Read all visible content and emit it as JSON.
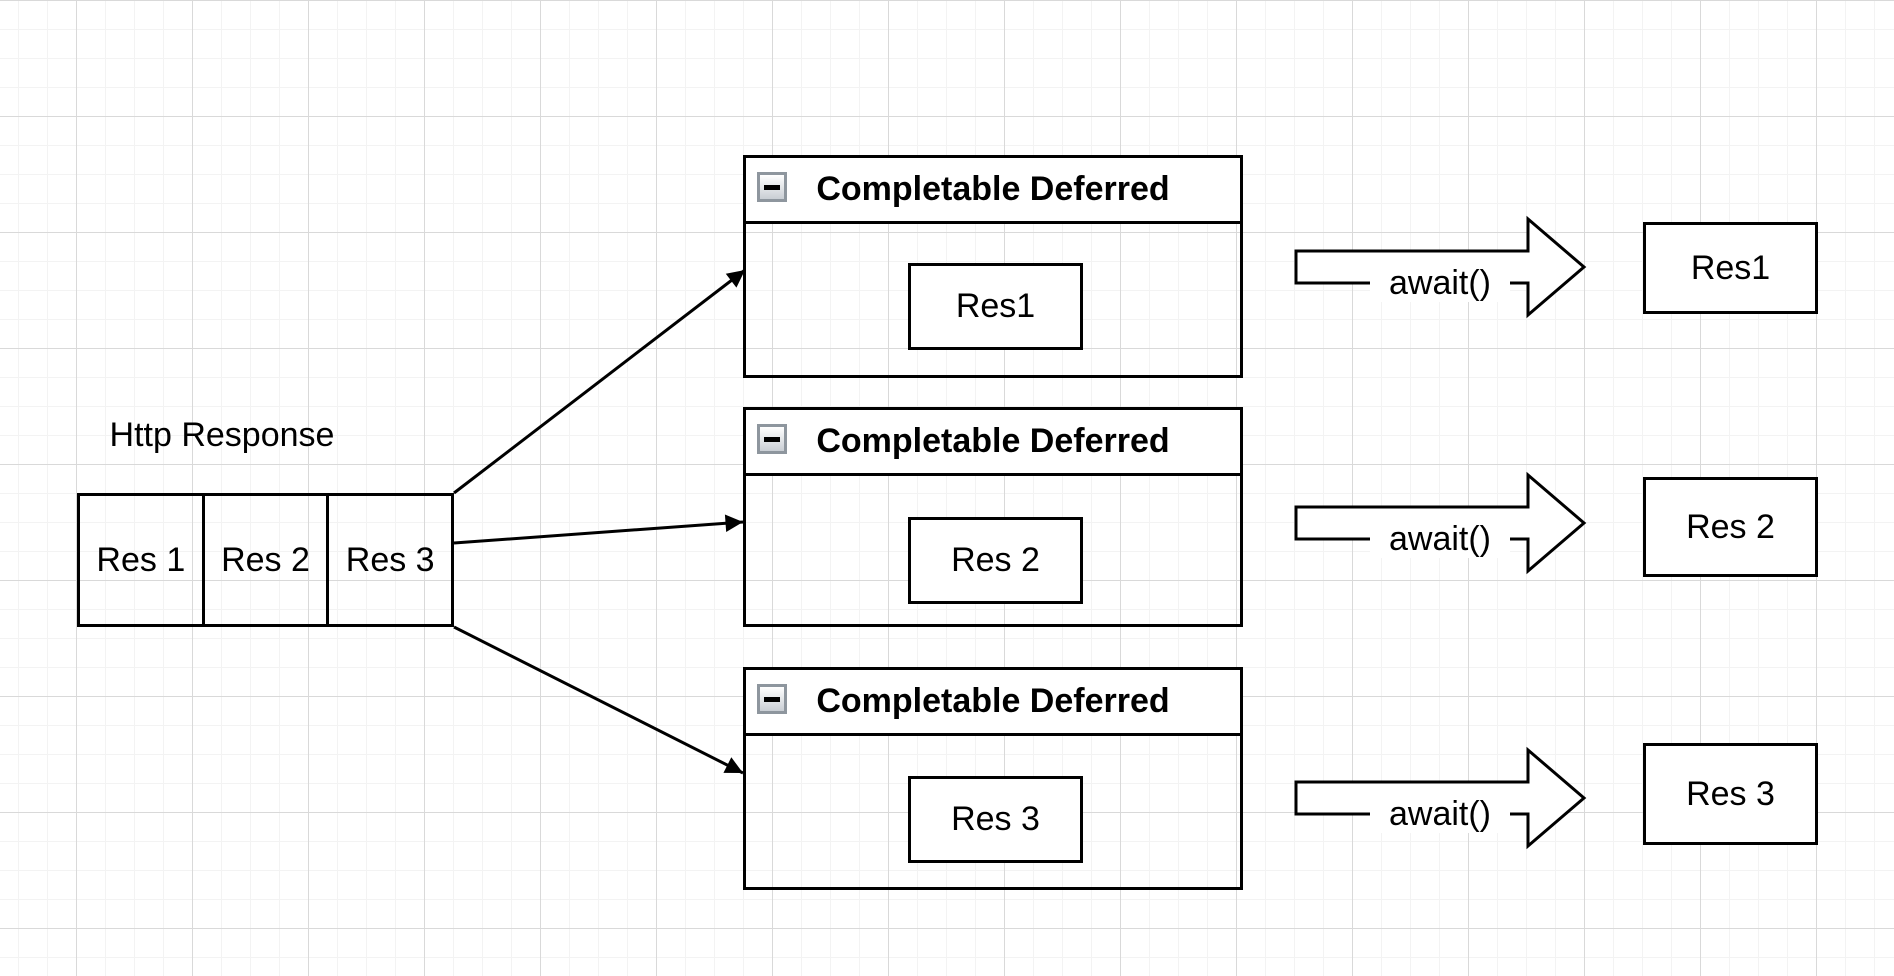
{
  "source": {
    "label": "Http Response",
    "cells": [
      "Res 1",
      "Res 2",
      "Res 3"
    ]
  },
  "containers": [
    {
      "title": "Completable Deferred",
      "item": "Res1"
    },
    {
      "title": "Completable Deferred",
      "item": "Res 2"
    },
    {
      "title": "Completable Deferred",
      "item": "Res 3"
    }
  ],
  "await_arrows": [
    {
      "label": "await()"
    },
    {
      "label": "await()"
    },
    {
      "label": "await()"
    }
  ],
  "results": [
    {
      "label": "Res1"
    },
    {
      "label": "Res 2"
    },
    {
      "label": "Res 3"
    }
  ],
  "colors": {
    "shape_border": "#000000",
    "shape_fill": "#ffffff",
    "grid_minor": "#f3f3f3",
    "grid_major": "#d9d9d9",
    "background": "#ffffff"
  }
}
